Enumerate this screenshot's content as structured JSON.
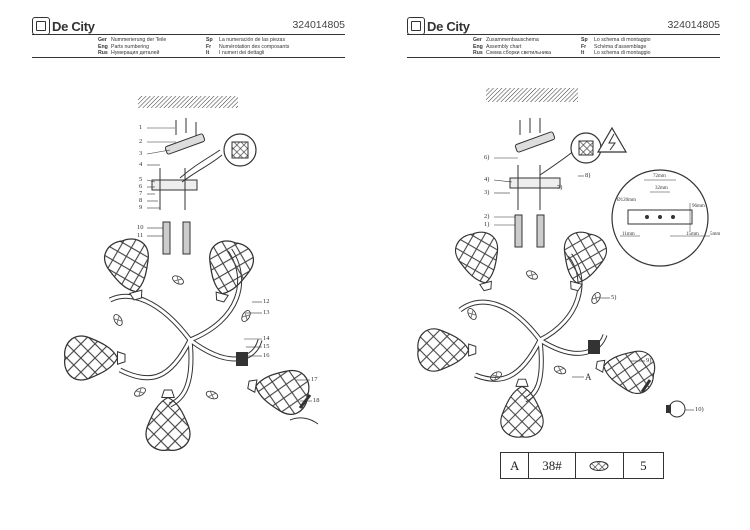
{
  "left": {
    "brand": "De City",
    "code": "324014805",
    "title_col1": [
      {
        "k": "Ger",
        "v": "Nummerierung der Teile"
      },
      {
        "k": "Eng",
        "v": "Parts numbering"
      },
      {
        "k": "Rus",
        "v": "Нумерация деталей"
      }
    ],
    "title_col2": [
      {
        "k": "Sp",
        "v": "La numeración de las piezas"
      },
      {
        "k": "Fr",
        "v": "Numérotation des composants"
      },
      {
        "k": "It",
        "v": "I numeri dei dettagli"
      }
    ],
    "part_numbers": [
      "1",
      "2",
      "3",
      "4",
      "5",
      "6",
      "7",
      "8",
      "9",
      "10",
      "11",
      "12",
      "13",
      "14",
      "15",
      "16",
      "17",
      "18"
    ]
  },
  "right": {
    "brand": "De City",
    "code": "324014805",
    "title_col1": [
      {
        "k": "Ger",
        "v": "Zusammenbauschema"
      },
      {
        "k": "Eng",
        "v": "Assembly chart"
      },
      {
        "k": "Rus",
        "v": "Схема сборки светильника"
      }
    ],
    "title_col2": [
      {
        "k": "Sp",
        "v": "Lo schema di montaggio"
      },
      {
        "k": "Fr",
        "v": "Schéma d'assemblage"
      },
      {
        "k": "It",
        "v": "Lo schema di montaggio"
      }
    ],
    "steps": [
      "1)",
      "2)",
      "3)",
      "4)",
      "5)",
      "6)",
      "7)",
      "8)",
      "9)",
      "10)"
    ],
    "detail_label": "A",
    "dimensions": {
      "d": "Ø120mm",
      "w1": "72mm",
      "w2": "32mm",
      "h1": "96mm",
      "h2": "11mm",
      "h3": "15mm",
      "h4": "5mm"
    },
    "spec": {
      "label": "A",
      "part": "38#",
      "qty": "5"
    }
  },
  "colors": {
    "line": "#333333",
    "paper": "#ffffff"
  }
}
